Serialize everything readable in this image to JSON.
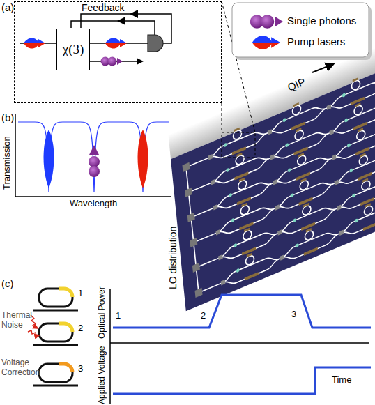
{
  "diagram": {
    "nodes": [
      {
        "text": [
          "Feedback"
        ]
      },
      {
        "text": [
          "χ(3)"
        ],
        "in": 0
      }
    ],
    "labels": [
      "(a)",
      "(b)",
      "(c)",
      "QIP",
      "LO distribution",
      "Transmission",
      "Wavelength",
      "1",
      "2",
      "3",
      "Thermal Noise",
      "Voltage Correction",
      "1",
      "2",
      "3",
      "Optical Power",
      "Applied Voltage",
      "Time"
    ],
    "legend": [
      {
        "text": "Single photons"
      },
      {
        "text": "Pump lasers"
      }
    ]
  }
}
